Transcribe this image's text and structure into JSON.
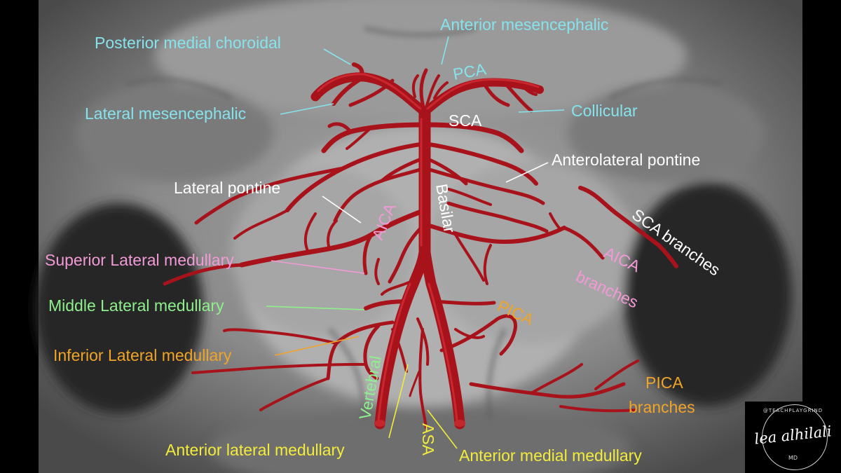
{
  "labels": {
    "posterior_medial_choroidal": "Posterior medial choroidal",
    "anterior_mesencephalic": "Anterior mesencephalic",
    "pca": "PCA",
    "lateral_mesencephalic": "Lateral mesencephalic",
    "sca": "SCA",
    "collicular": "Collicular",
    "anterolateral_pontine": "Anterolateral pontine",
    "lateral_pontine": "Lateral pontine",
    "basilar": "Basilar",
    "aica": "AICA",
    "sca_branches": "SCA branches",
    "superior_lateral_medullary": "Superior Lateral medullary",
    "aica_branches_1": "AICA",
    "aica_branches_2": "branches",
    "middle_lateral_medullary": "Middle Lateral medullary",
    "pica": "PICA",
    "inferior_lateral_medullary": "Inferior Lateral medullary",
    "vertebral": "Vertebral",
    "pica_branches_1": "PICA",
    "pica_branches_2": "branches",
    "asa": "ASA",
    "anterior_lateral_medullary": "Anterior lateral medullary",
    "anterior_medial_medullary": "Anterior medial medullary"
  },
  "logo": {
    "handle": "@TEACHPLAYGRIND",
    "signature": "lea alhilali",
    "credential": "MD"
  },
  "colors": {
    "artery": "#a8121a",
    "artery_highlight": "#d8323a",
    "cyan_label": "#86e3ec",
    "pink_label": "#f29ad6",
    "green_label": "#8ef08c",
    "orange_label": "#f0a428",
    "yellow_label": "#f2ec3a",
    "white_label": "#ffffff"
  }
}
